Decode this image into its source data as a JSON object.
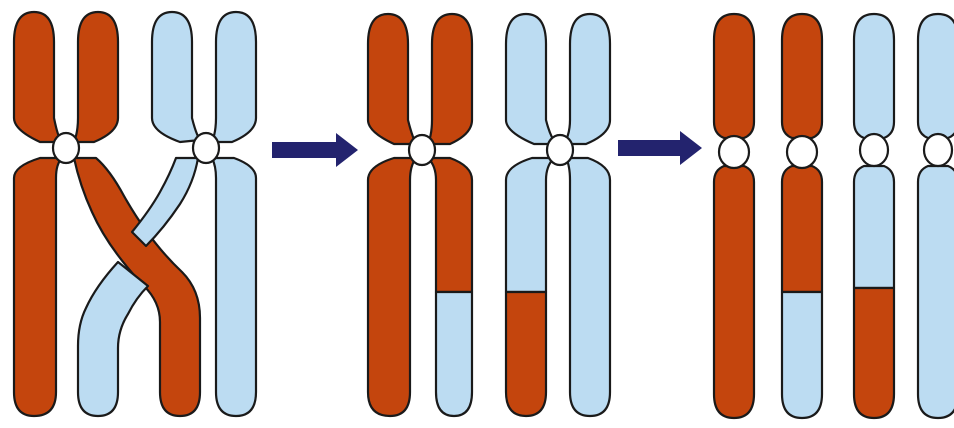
{
  "colors": {
    "maternal": "#c4450d",
    "paternal": "#bcdcf2",
    "outline": "#1a1a1a",
    "arrow": "#23236e",
    "centromere": "#ffffff"
  },
  "stages": [
    {
      "id": "crossing-over",
      "description_shown": false
    },
    {
      "id": "exchanged-tetrads",
      "description_shown": false
    },
    {
      "id": "separated-chromatids",
      "description_shown": false
    }
  ],
  "arrows": [
    {
      "id": "arrow-1",
      "icon": "right-arrow-icon"
    },
    {
      "id": "arrow-2",
      "icon": "right-arrow-icon"
    }
  ],
  "recombinant_chromatids": 2,
  "total_chromatids": 4
}
